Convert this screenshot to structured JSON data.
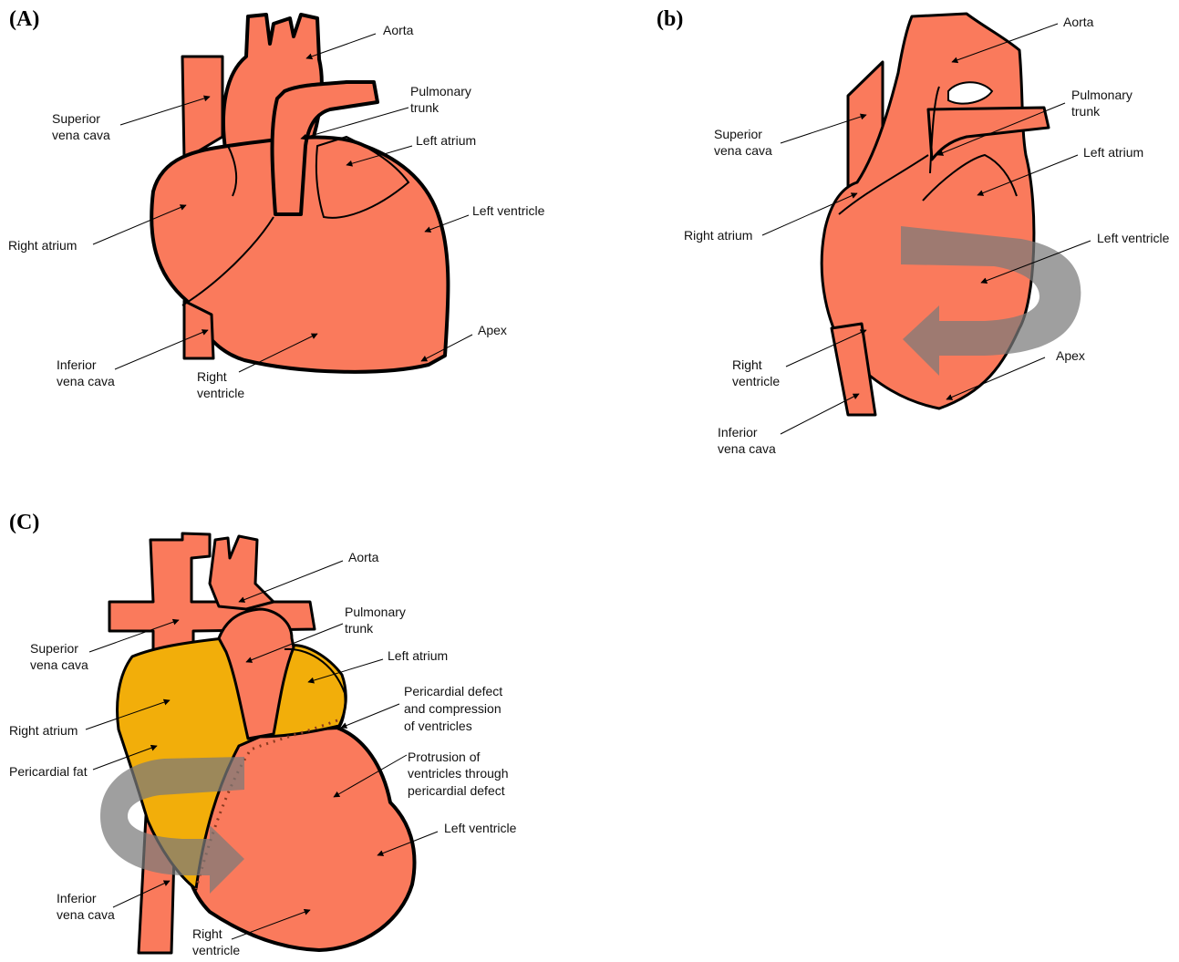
{
  "panels": {
    "A": {
      "label": "(A)",
      "labels": {
        "aorta": "Aorta",
        "pulmonary_trunk_1": "Pulmonary",
        "pulmonary_trunk_2": "trunk",
        "superior_vena_cava_1": "Superior",
        "superior_vena_cava_2": "vena cava",
        "left_atrium": "Left atrium",
        "left_ventricle": "Left ventricle",
        "right_atrium": "Right atrium",
        "apex": "Apex",
        "inferior_vena_cava_1": "Inferior",
        "inferior_vena_cava_2": "vena cava",
        "right_ventricle_1": "Right",
        "right_ventricle_2": "ventricle"
      }
    },
    "B": {
      "label": "(b)",
      "labels": {
        "aorta": "Aorta",
        "pulmonary_trunk_1": "Pulmonary",
        "pulmonary_trunk_2": "trunk",
        "superior_vena_cava_1": "Superior",
        "superior_vena_cava_2": "vena cava",
        "left_atrium": "Left atrium",
        "right_atrium": "Right atrium",
        "left_ventricle": "Left ventricle",
        "right_ventricle_1": "Right",
        "right_ventricle_2": "ventricle",
        "apex": "Apex",
        "inferior_vena_cava_1": "Inferior",
        "inferior_vena_cava_2": "vena cava"
      }
    },
    "C": {
      "label": "(C)",
      "labels": {
        "aorta": "Aorta",
        "pulmonary_trunk_1": "Pulmonary",
        "pulmonary_trunk_2": "trunk",
        "superior_vena_cava_1": "Superior",
        "superior_vena_cava_2": "vena cava",
        "left_atrium": "Left atrium",
        "right_atrium": "Right atrium",
        "pericardial_defect_1": "Pericardial defect",
        "pericardial_defect_2": "and compression",
        "pericardial_defect_3": "of ventricles",
        "pericardial_fat": "Pericardial fat",
        "protrusion_1": "Protrusion of",
        "protrusion_2": "ventricles through",
        "protrusion_3": "pericardial defect",
        "left_ventricle": "Left ventricle",
        "inferior_vena_cava_1": "Inferior",
        "inferior_vena_cava_2": "vena cava",
        "right_ventricle_1": "Right",
        "right_ventricle_2": "ventricle"
      }
    }
  },
  "colors": {
    "heart": "#fa7a5c",
    "pericardial_fat": "#f2ae0a",
    "rotation_arrow": "#7a7a7a"
  }
}
